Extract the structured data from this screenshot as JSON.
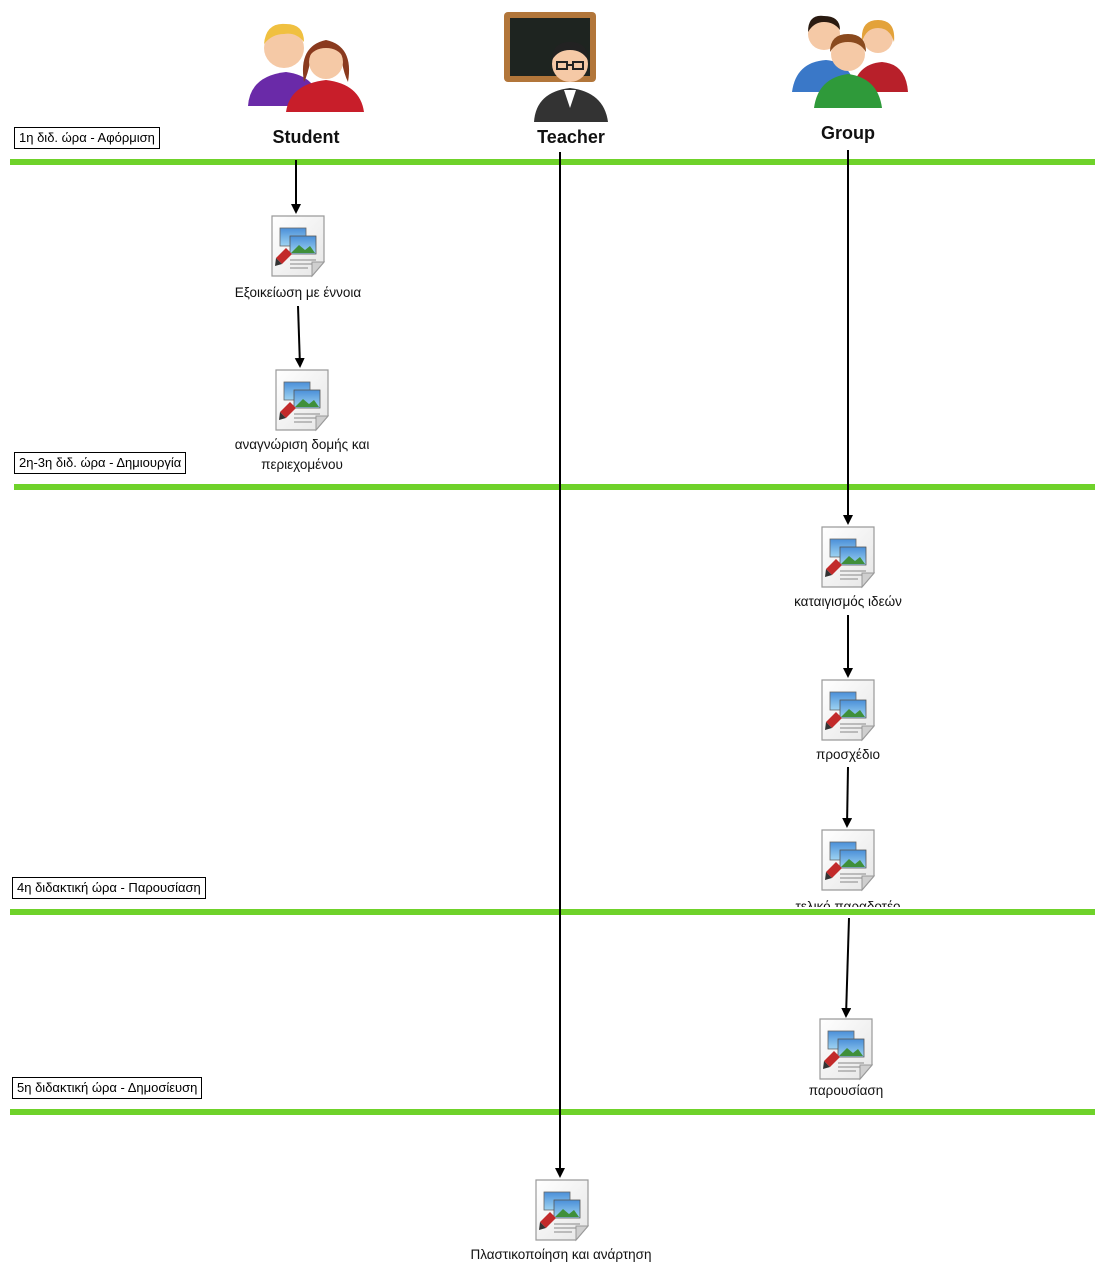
{
  "actors": [
    {
      "id": "student",
      "label": "Student"
    },
    {
      "id": "teacher",
      "label": "Teacher"
    },
    {
      "id": "group",
      "label": "Group"
    }
  ],
  "phases": [
    {
      "label": "1η διδ. ώρα - Αφόρμιση"
    },
    {
      "label": "2η-3η διδ. ώρα - Δημιουργία"
    },
    {
      "label": "4η διδακτική ώρα - Παρουσίαση"
    },
    {
      "label": "5η διδακτική ώρα - Δημοσίευση"
    }
  ],
  "activities": [
    {
      "actor": "student",
      "label_lines": [
        "Εξοικείωση με έννοια"
      ]
    },
    {
      "actor": "student",
      "label_lines": [
        "αναγνώριση δομής και",
        "περιεχομένου"
      ]
    },
    {
      "actor": "group",
      "label_lines": [
        "καταιγισμός ιδεών"
      ]
    },
    {
      "actor": "group",
      "label_lines": [
        "προσχέδιο"
      ]
    },
    {
      "actor": "group",
      "label_lines": [
        "τελικό παραδοτέο"
      ]
    },
    {
      "actor": "group",
      "label_lines": [
        "παρουσίαση"
      ]
    },
    {
      "actor": "teacher",
      "label_lines": [
        "Πλαστικοποίηση και ανάρτηση"
      ]
    }
  ],
  "colors": {
    "phase_line": "#6fd22a",
    "arrow": "#000000"
  },
  "icons": {
    "activity": "document-image-icon",
    "student": "student-pair-icon",
    "teacher": "teacher-blackboard-icon",
    "group": "group-icon"
  }
}
